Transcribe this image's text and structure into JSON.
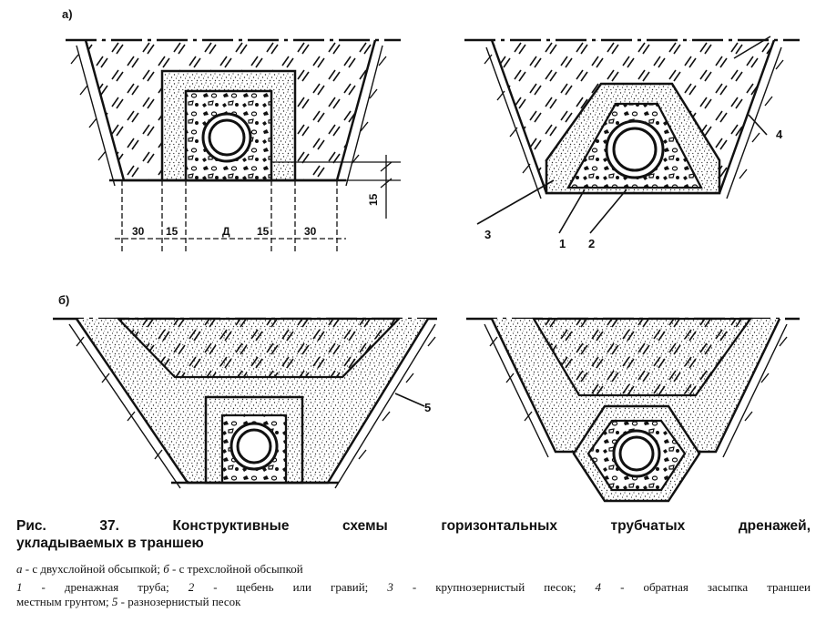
{
  "figure": {
    "panel_a": "а)",
    "panel_b": "б)",
    "dims_bottom": [
      "30",
      "15",
      "Д",
      "15",
      "30"
    ],
    "dim_side": "15",
    "callouts": [
      "1",
      "2",
      "3",
      "4",
      "5"
    ]
  },
  "caption": {
    "title_line1": "Рис. 37. Конструктивные схемы горизонтальных трубчатых дренажей,",
    "title_line2": "укладываемых в траншею",
    "sub": {
      "a_key": "а",
      "a_text": " - с двухслойной обсыпкой; ",
      "b_key": "б",
      "b_text": " - с трехслойной обсыпкой"
    },
    "legend": {
      "k1": "1",
      "t1": " - дренажная труба; ",
      "k2": "2",
      "t2": " - щебень или гравий; ",
      "k3": "3",
      "t3": " - крупнозернистый песок; ",
      "k4": "4",
      "t4": " - обратная засыпка траншеи",
      "t4b": "местным грунтом; ",
      "k5": "5",
      "t5": " - разнозернистый песок"
    }
  },
  "colors": {
    "ink": "#111111",
    "paper": "#ffffff"
  }
}
